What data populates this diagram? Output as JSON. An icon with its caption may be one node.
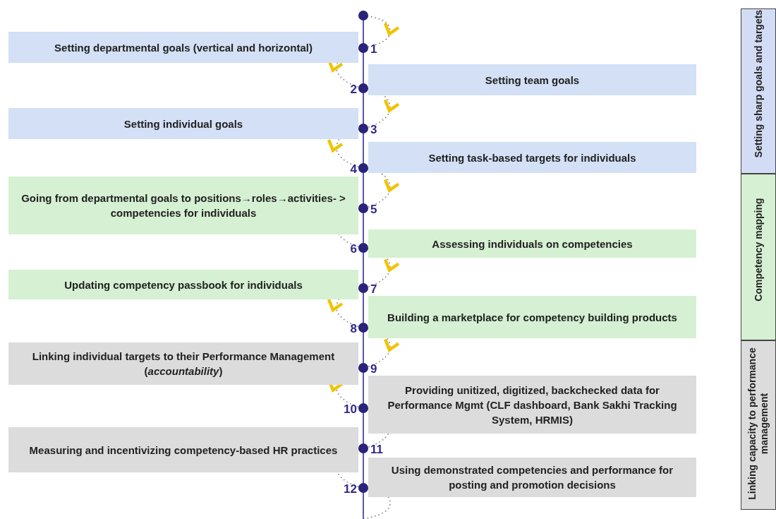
{
  "diagram": {
    "nodes": [
      {
        "text": [
          "Setting departmental goals (vertical and horizontal)"
        ]
      },
      {
        "text": [
          "Setting team goals"
        ]
      },
      {
        "text": [
          "Setting individual goals"
        ]
      },
      {
        "text": [
          "Setting task-based targets for individuals"
        ]
      },
      {
        "text": [
          "Going from departmental goals to positions→roles→activities- > competencies for individuals"
        ]
      },
      {
        "text": [
          "Assessing individuals on competencies"
        ]
      },
      {
        "text": [
          "Updating competency passbook for individuals"
        ]
      },
      {
        "text": [
          "Building a marketplace for competency building products"
        ]
      },
      {
        "text": [
          "Linking individual targets to their Performance Management (*accountability*)"
        ]
      },
      {
        "text": [
          "Providing unitized, digitized, backchecked data for Performance Mgmt (CLF dashboard, Bank Sakhi Tracking System, HRMIS)"
        ]
      },
      {
        "text": [
          "Measuring and incentivizing competency-based HR practices"
        ]
      },
      {
        "text": [
          "Using demonstrated competencies and performance for posting and promotion decisions"
        ]
      },
      {
        "text": [
          "Setting sharp goals and targets"
        ]
      },
      {
        "text": [
          "Competency mapping"
        ]
      },
      {
        "text": [
          "Linking capacity to performance management"
        ]
      }
    ],
    "labels": [
      "1",
      "2",
      "3",
      "4",
      "5",
      "6",
      "7",
      "8",
      "9",
      "10",
      "11",
      "12"
    ]
  }
}
